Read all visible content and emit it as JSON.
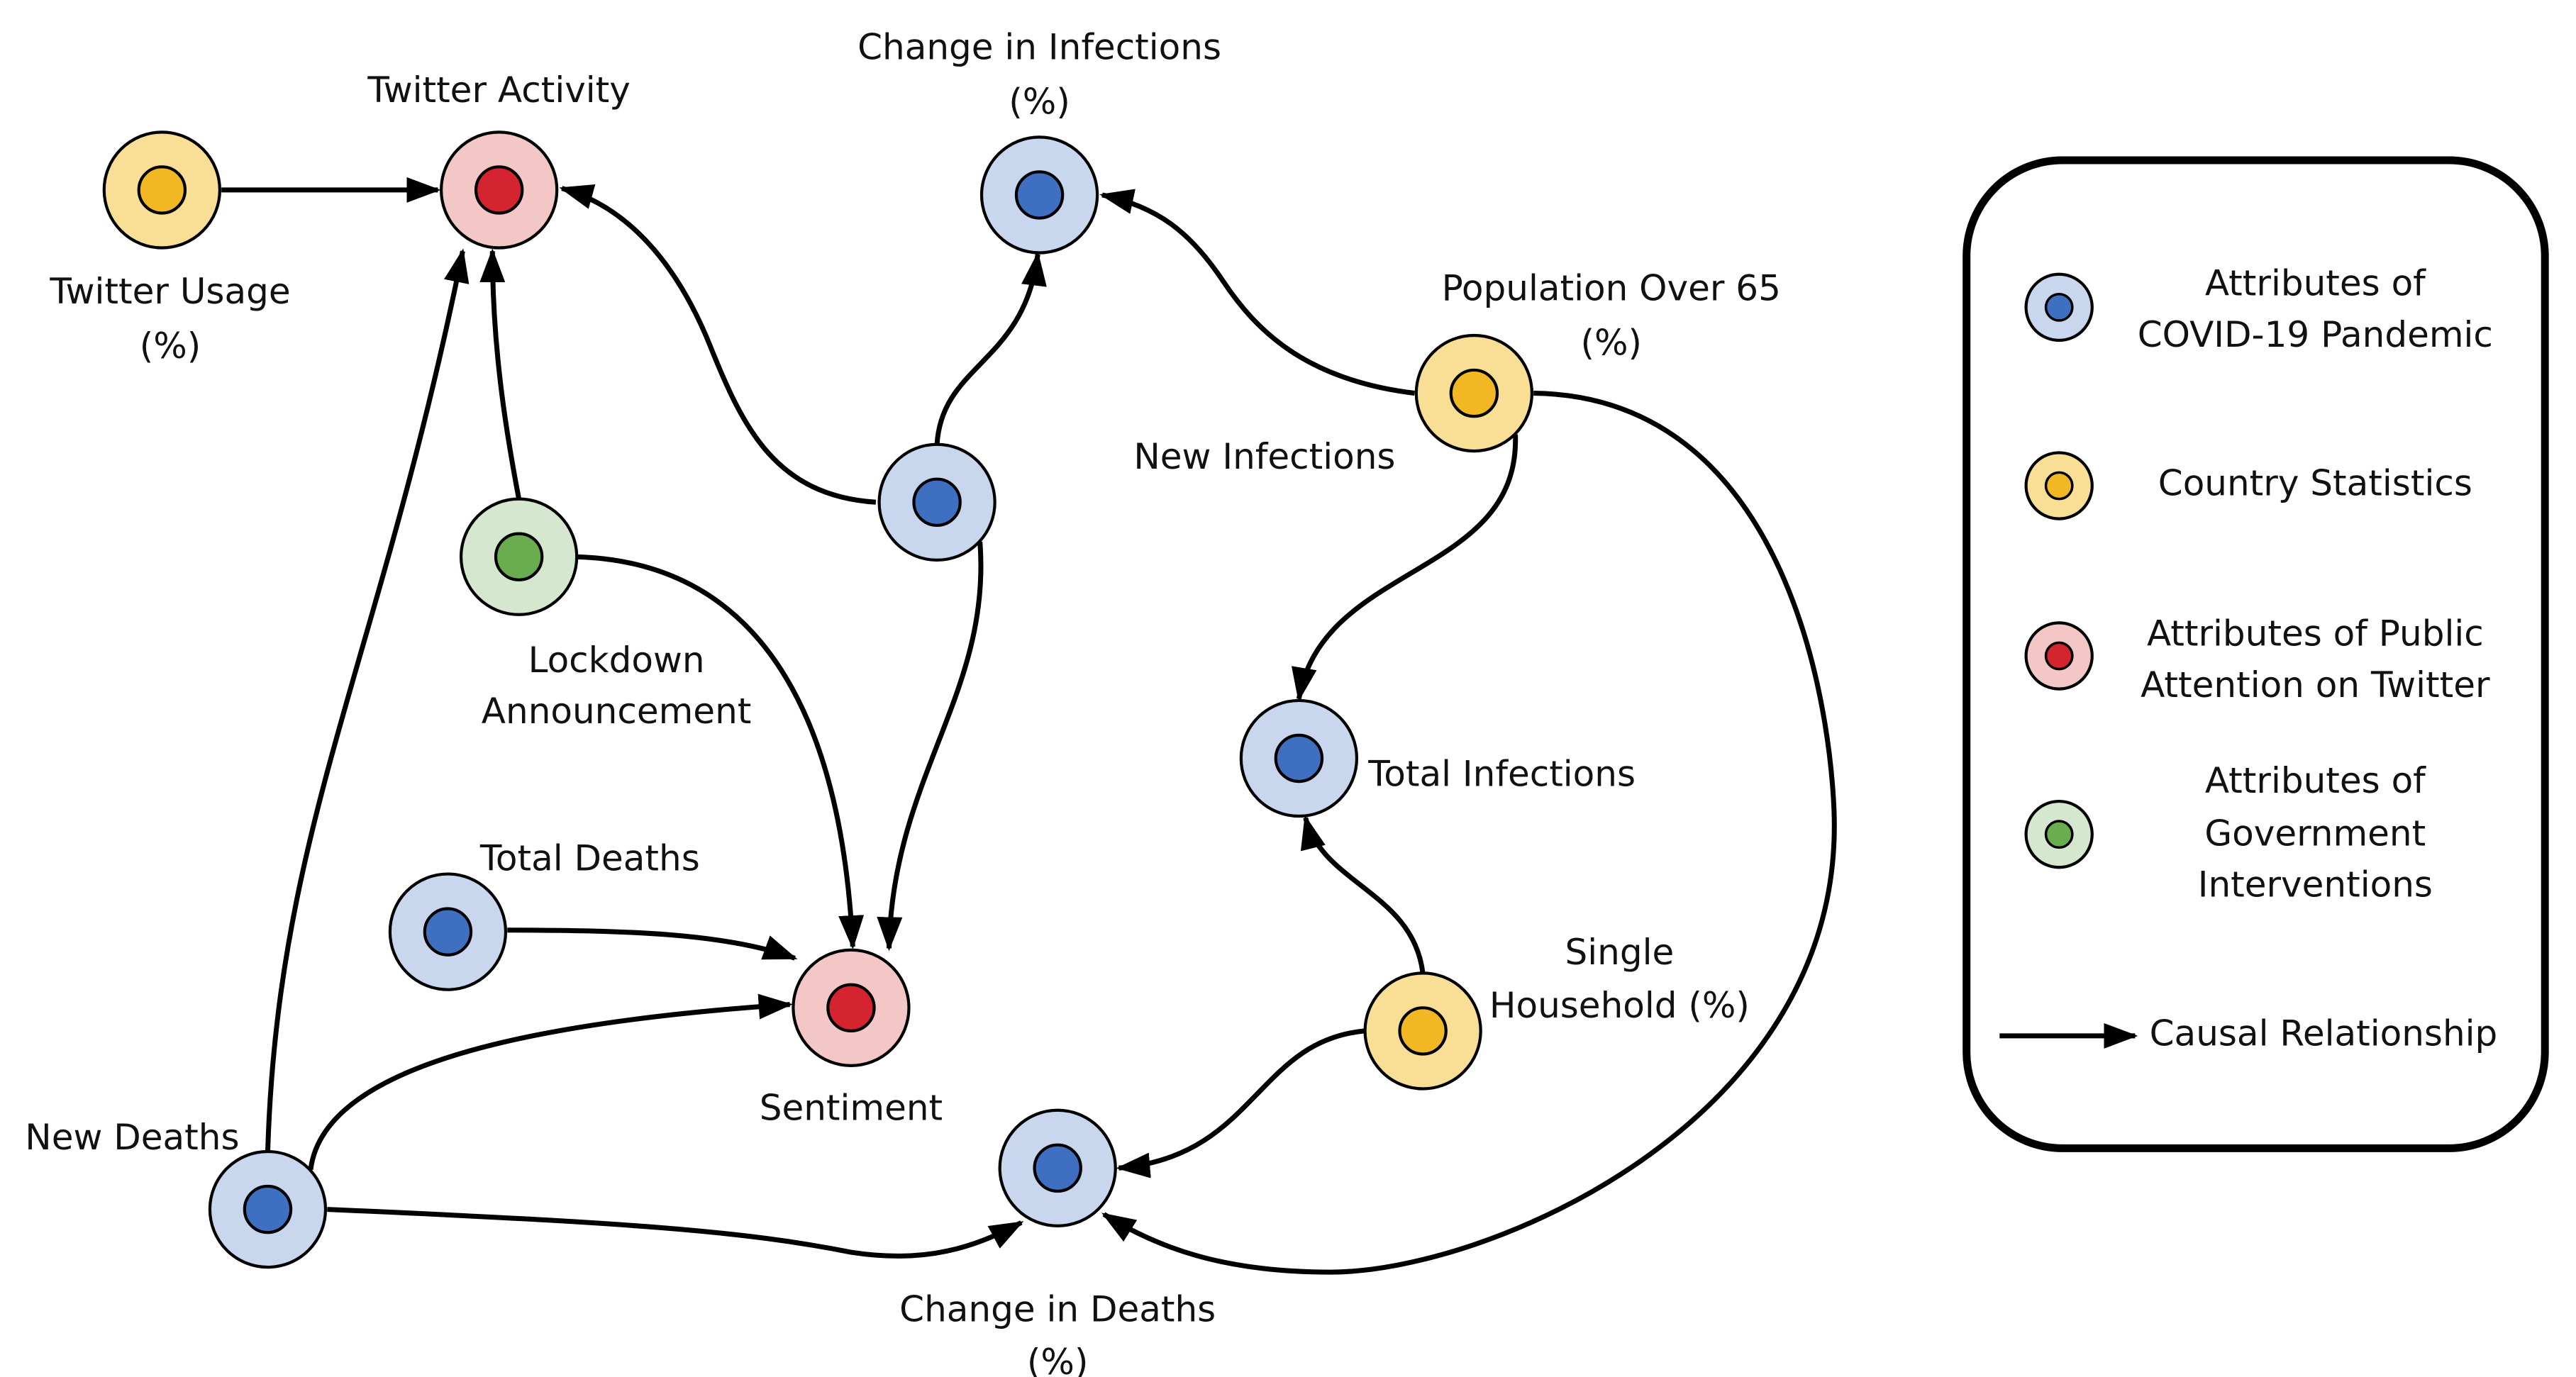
{
  "colors": {
    "blue": {
      "outer": "#c8d6ee",
      "inner": "#3f6fc0"
    },
    "yellow": {
      "outer": "#f8df95",
      "inner": "#f2b824"
    },
    "red": {
      "outer": "#f4c7c7",
      "inner": "#d42430"
    },
    "green": {
      "outer": "#d5e8cf",
      "inner": "#6aac50"
    },
    "edge": "#000000"
  },
  "nodes": [
    {
      "id": "twitter-usage",
      "category": "yellow",
      "label": [
        "Twitter Usage",
        "(%)"
      ]
    },
    {
      "id": "twitter-activity",
      "category": "red",
      "label": [
        "Twitter Activity"
      ]
    },
    {
      "id": "change-in-infections",
      "category": "blue",
      "label": [
        "Change in Infections",
        "(%)"
      ]
    },
    {
      "id": "population-over-65",
      "category": "yellow",
      "label": [
        "Population Over 65",
        "(%)"
      ]
    },
    {
      "id": "new-infections",
      "category": "blue",
      "label": [
        "New Infections"
      ]
    },
    {
      "id": "lockdown-announcement",
      "category": "green",
      "label": [
        "Lockdown",
        "Announcement"
      ]
    },
    {
      "id": "total-infections",
      "category": "blue",
      "label": [
        "Total Infections"
      ]
    },
    {
      "id": "total-deaths",
      "category": "blue",
      "label": [
        "Total Deaths"
      ]
    },
    {
      "id": "sentiment",
      "category": "red",
      "label": [
        "Sentiment"
      ]
    },
    {
      "id": "single-household",
      "category": "yellow",
      "label": [
        "Single",
        "Household (%)"
      ]
    },
    {
      "id": "new-deaths",
      "category": "blue",
      "label": [
        "New Deaths"
      ]
    },
    {
      "id": "change-in-deaths",
      "category": "blue",
      "label": [
        "Change in Deaths",
        "(%)"
      ]
    }
  ],
  "edges": [
    {
      "from": "twitter-usage",
      "to": "twitter-activity"
    },
    {
      "from": "new-infections",
      "to": "twitter-activity"
    },
    {
      "from": "lockdown-announcement",
      "to": "twitter-activity"
    },
    {
      "from": "new-deaths",
      "to": "twitter-activity"
    },
    {
      "from": "new-infections",
      "to": "change-in-infections"
    },
    {
      "from": "population-over-65",
      "to": "change-in-infections"
    },
    {
      "from": "population-over-65",
      "to": "total-infections"
    },
    {
      "from": "population-over-65",
      "to": "change-in-deaths"
    },
    {
      "from": "single-household",
      "to": "total-infections"
    },
    {
      "from": "single-household",
      "to": "change-in-deaths"
    },
    {
      "from": "lockdown-announcement",
      "to": "sentiment"
    },
    {
      "from": "new-infections",
      "to": "sentiment"
    },
    {
      "from": "total-deaths",
      "to": "sentiment"
    },
    {
      "from": "new-deaths",
      "to": "sentiment"
    },
    {
      "from": "new-deaths",
      "to": "change-in-deaths"
    }
  ],
  "legend": {
    "items": [
      {
        "category": "blue",
        "label": [
          "Attributes of",
          "COVID-19 Pandemic"
        ]
      },
      {
        "category": "yellow",
        "label": [
          "Country Statistics"
        ]
      },
      {
        "category": "red",
        "label": [
          "Attributes of Public",
          "Attention on Twitter"
        ]
      },
      {
        "category": "green",
        "label": [
          "Attributes of",
          "Government",
          "Interventions"
        ]
      }
    ],
    "arrow_label": "Causal Relationship"
  }
}
